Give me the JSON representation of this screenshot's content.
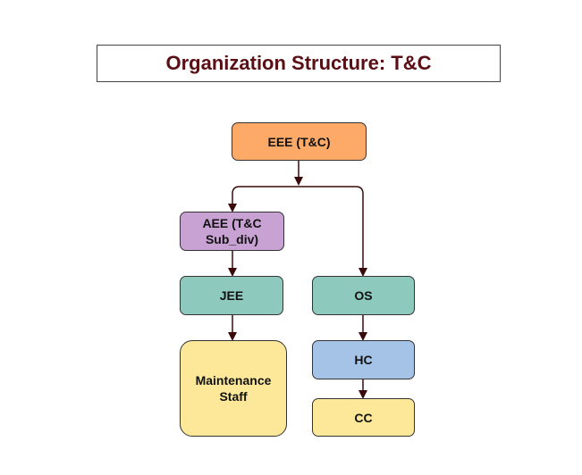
{
  "title": "Organization Structure: T&C",
  "nodes": {
    "eee": {
      "label": "EEE (T&C)",
      "color": "#fdaa68"
    },
    "aee": {
      "label": "AEE  (T&C\nSub_div)",
      "color": "#c7a2d3"
    },
    "jee": {
      "label": "JEE",
      "color": "#8ec9bd"
    },
    "os": {
      "label": "OS",
      "color": "#8ec9bd"
    },
    "maintenance": {
      "label": "Maintenance\nStaff",
      "color": "#fde89a"
    },
    "hc": {
      "label": "HC",
      "color": "#a4c3e6"
    },
    "cc": {
      "label": "CC",
      "color": "#fde89a"
    }
  },
  "connections": [
    [
      "eee",
      "aee"
    ],
    [
      "eee",
      "os"
    ],
    [
      "aee",
      "jee"
    ],
    [
      "jee",
      "maintenance"
    ],
    [
      "os",
      "hc"
    ],
    [
      "hc",
      "cc"
    ]
  ],
  "colors": {
    "line": "#3a0a0a",
    "title": "#5a0f14"
  }
}
